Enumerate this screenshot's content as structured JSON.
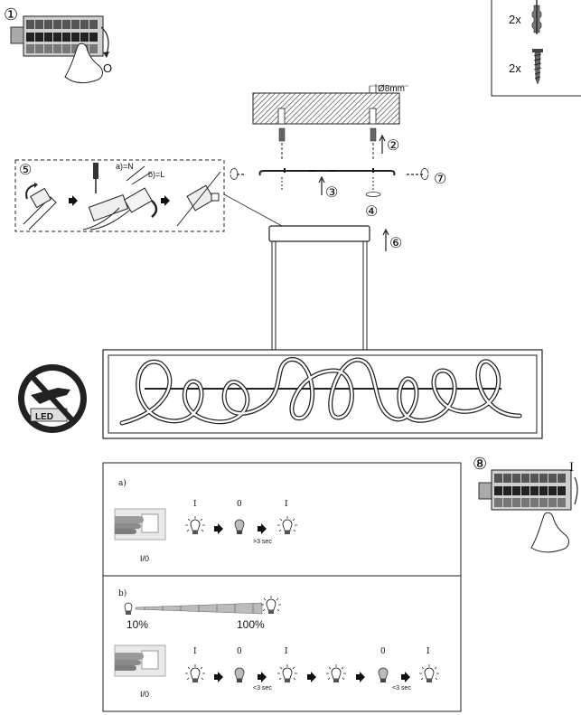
{
  "title": "Ceiling LED luminaire installation instructions",
  "steps": {
    "step1": "①",
    "step2": "②",
    "step3": "③",
    "step4": "④",
    "step5": "⑤",
    "step6": "⑥",
    "step7": "⑦",
    "step8": "⑧"
  },
  "switch_off_label": "O",
  "switch_on_label": "I",
  "parts": {
    "dowel_qty": "2x",
    "screw_qty": "2x"
  },
  "drill_label": "Ø8mm",
  "wiring": {
    "neutral_label": "a)=N",
    "live_label": "b)=L"
  },
  "led_warning_label": "LED",
  "panel_a": {
    "label": "a)",
    "switch_caption": "I/0",
    "states": [
      "I",
      "0",
      "I"
    ],
    "timing": ">3 sec"
  },
  "panel_b": {
    "label": "b)",
    "dim_min": "10%",
    "dim_max": "100%",
    "switch_caption": "I/0",
    "states_1": [
      "I",
      "0",
      "I"
    ],
    "states_2": [
      "0",
      "I"
    ],
    "timing_1": "<3 sec",
    "timing_2": "<3 sec"
  }
}
